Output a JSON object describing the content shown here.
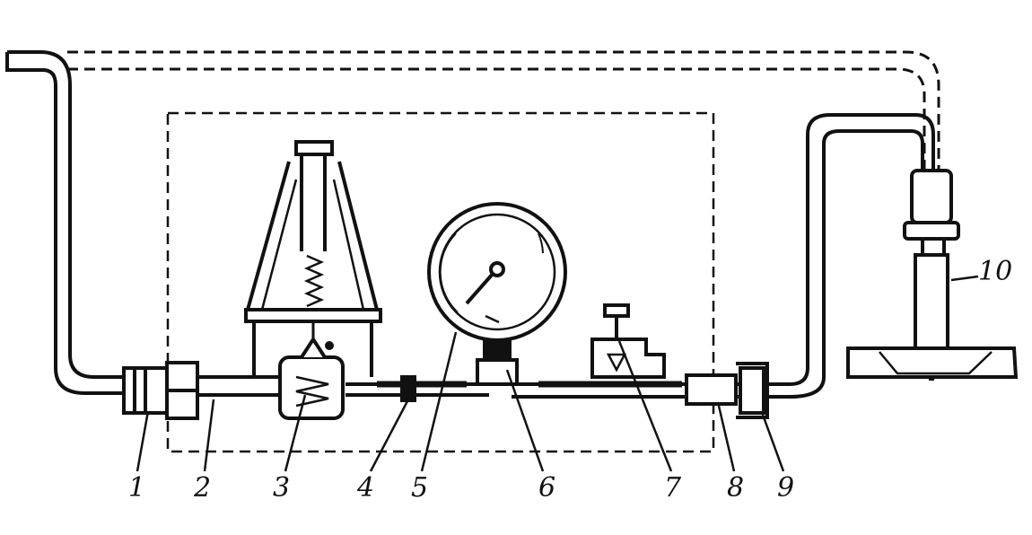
{
  "diagram": {
    "labels": [
      "1",
      "2",
      "3",
      "4",
      "5",
      "6",
      "7",
      "8",
      "9",
      "10"
    ],
    "ink_color": "#111111",
    "background": "#ffffff"
  }
}
